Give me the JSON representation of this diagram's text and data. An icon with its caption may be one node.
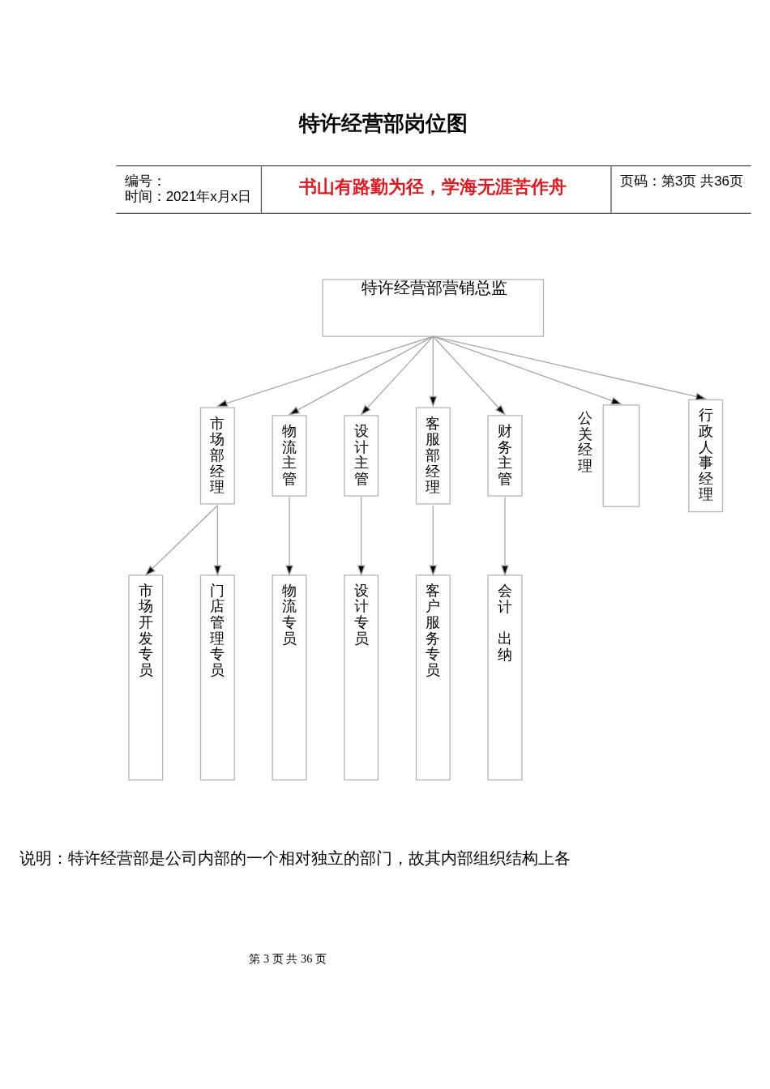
{
  "diagram": {
    "title": "特许经营部岗位图",
    "nodes": [
      {
        "text": [
          "特许经营部营销总监"
        ]
      },
      {
        "text": [
          "市场部经理"
        ]
      },
      {
        "text": [
          "物流主管"
        ]
      },
      {
        "text": [
          "设计主管"
        ]
      },
      {
        "text": [
          "客服部经理"
        ]
      },
      {
        "text": [
          "财务主管"
        ]
      },
      {
        "text": [
          "公关经理"
        ]
      },
      {
        "text": [
          "行政人事经理"
        ]
      },
      {
        "text": [
          "市场开发专员"
        ]
      },
      {
        "text": [
          "门店管理专员"
        ]
      },
      {
        "text": [
          "物流专员"
        ]
      },
      {
        "text": [
          "设计专员"
        ]
      },
      {
        "text": [
          "客户服务专员"
        ]
      },
      {
        "text": [
          "会计",
          "出纳"
        ]
      }
    ],
    "edges": [
      {
        "from": 0,
        "to": 1,
        "arrow": "to"
      },
      {
        "from": 0,
        "to": 2,
        "arrow": "to"
      },
      {
        "from": 0,
        "to": 3,
        "arrow": "to"
      },
      {
        "from": 0,
        "to": 4,
        "arrow": "to"
      },
      {
        "from": 0,
        "to": 5,
        "arrow": "to"
      },
      {
        "from": 0,
        "to": 6,
        "arrow": "to"
      },
      {
        "from": 0,
        "to": 7,
        "arrow": "to"
      },
      {
        "from": 1,
        "to": 8,
        "arrow": "to"
      },
      {
        "from": 1,
        "to": 9,
        "arrow": "to"
      },
      {
        "from": 2,
        "to": 10,
        "arrow": "to"
      },
      {
        "from": 3,
        "to": 11,
        "arrow": "to"
      },
      {
        "from": 4,
        "to": 12,
        "arrow": "to"
      },
      {
        "from": 5,
        "to": 13,
        "arrow": "to"
      }
    ],
    "labels": [
      "编号：",
      "时间：2021年x月x日",
      "书山有路勤为径，学海无涯苦作舟",
      "页码：第3页 共36页",
      "说明：特许经营部是公司内部的一个相对独立的部门，故其内部组织结构上各",
      "第 3 页 共 36 页"
    ]
  }
}
